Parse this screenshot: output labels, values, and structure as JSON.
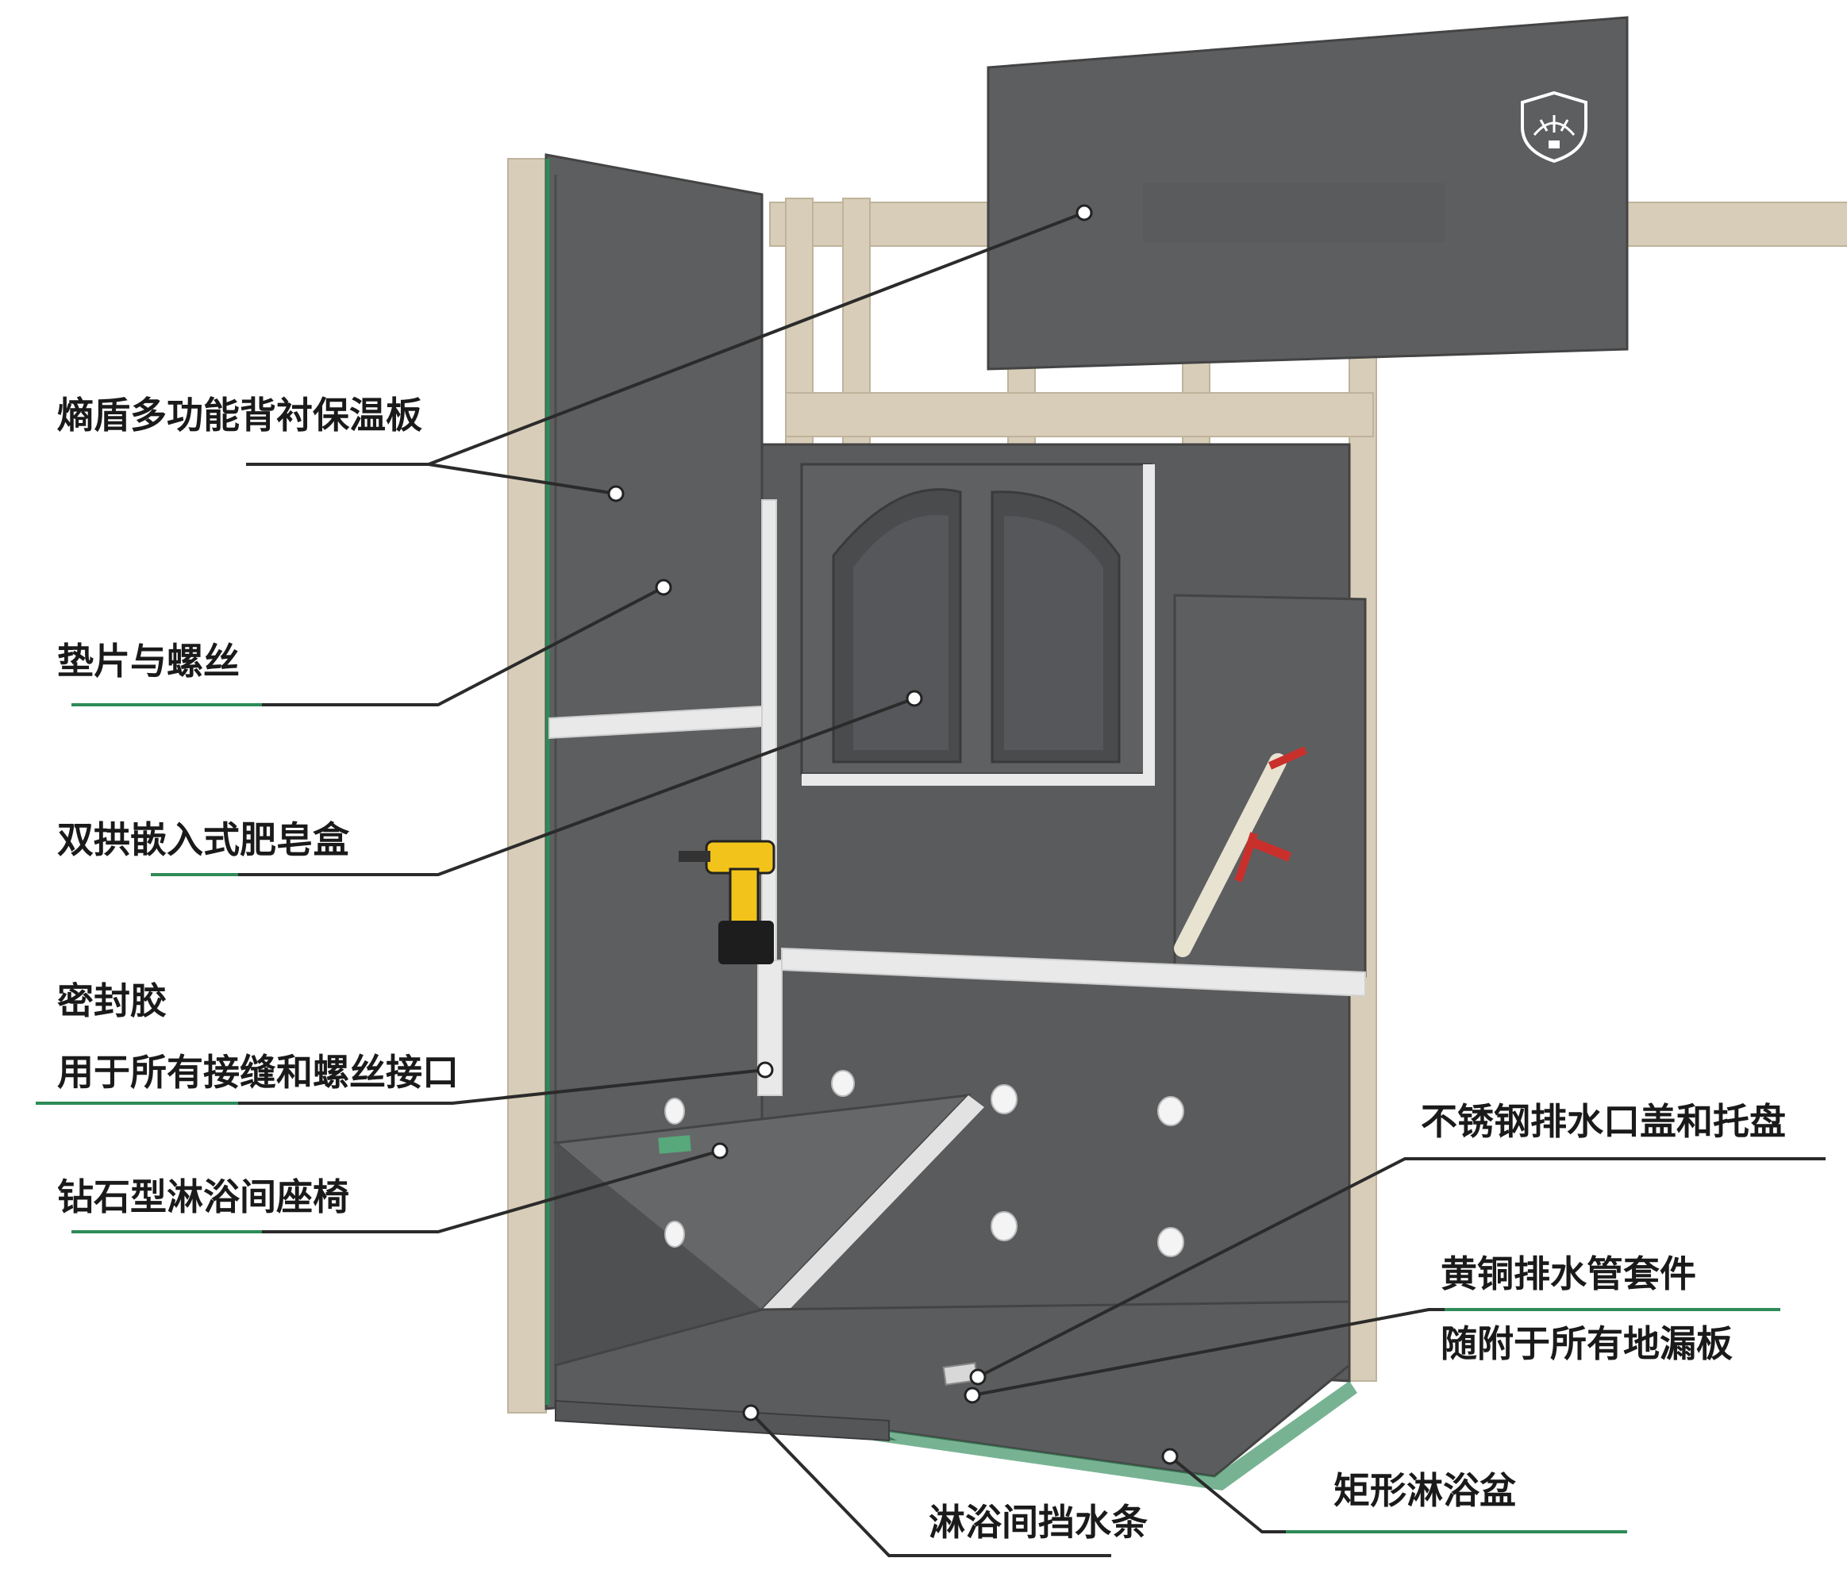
{
  "labels": {
    "backer_board": "熵盾多功能背衬保温板",
    "washers_screws": "垫片与螺丝",
    "soap_niche": "双拱嵌入式肥皂盒",
    "sealant_title": "密封胶",
    "sealant_desc": "用于所有接缝和螺丝接口",
    "shower_bench": "钻石型淋浴间座椅",
    "drain_cover": "不锈钢排水口盖和托盘",
    "brass_drain": "黄铜排水管套件",
    "brass_drain_note": "随附于所有地漏板",
    "curb": "淋浴间挡水条",
    "shower_pan": "矩形淋浴盆"
  },
  "colors": {
    "board": "#5d5e60",
    "board_dark": "#4a4b4d",
    "board_light": "#6b6c6e",
    "wood": "#d8cdb8",
    "seam": "#e9e9e9",
    "leader": "#2b2b2b",
    "accent_green": "#2e8b57",
    "text": "#1a1a1a"
  },
  "icons": [
    "shield-logo-icon",
    "drill-icon",
    "caulk-gun-icon"
  ]
}
